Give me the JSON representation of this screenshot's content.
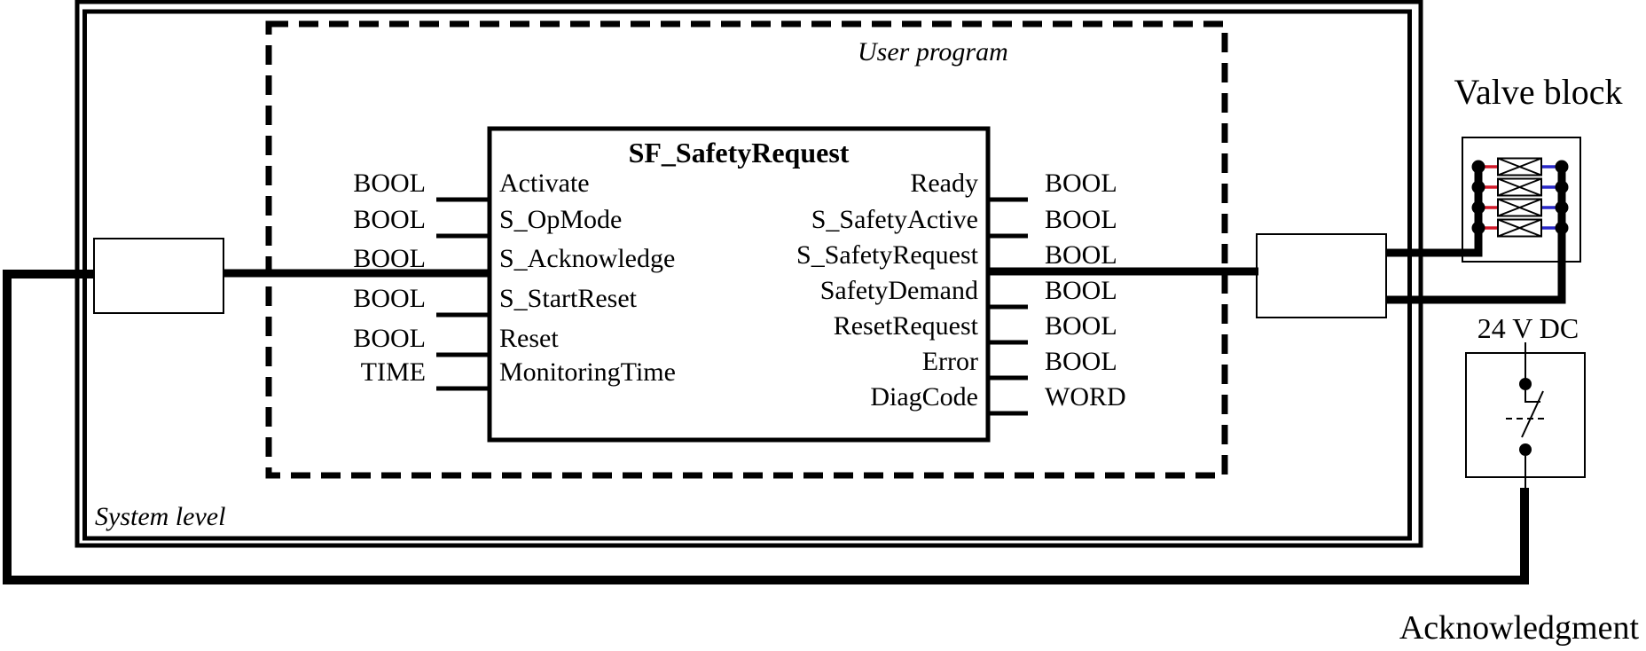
{
  "diagram": {
    "function_block": {
      "title": "SF_SafetyRequest",
      "inputs": [
        {
          "type": "BOOL",
          "name": "Activate"
        },
        {
          "type": "BOOL",
          "name": "S_OpMode"
        },
        {
          "type": "BOOL",
          "name": "S_Acknowledge"
        },
        {
          "type": "BOOL",
          "name": "S_StartReset"
        },
        {
          "type": "BOOL",
          "name": "Reset"
        },
        {
          "type": "TIME",
          "name": "MonitoringTime"
        }
      ],
      "outputs": [
        {
          "name": "Ready",
          "type": "BOOL"
        },
        {
          "name": "S_SafetyActive",
          "type": "BOOL"
        },
        {
          "name": "S_SafetyRequest",
          "type": "BOOL"
        },
        {
          "name": "SafetyDemand",
          "type": "BOOL"
        },
        {
          "name": "ResetRequest",
          "type": "BOOL"
        },
        {
          "name": "Error",
          "type": "BOOL"
        },
        {
          "name": "DiagCode",
          "type": "WORD"
        }
      ]
    },
    "labels": {
      "user_program": "User program",
      "system_level": "System level",
      "valve_block": "Valve block",
      "power": "24 V DC",
      "acknowledgment": "Acknowledgment"
    },
    "colors": {
      "wire_red": "#d01828",
      "wire_blue": "#2828c8",
      "line": "#000000"
    }
  }
}
